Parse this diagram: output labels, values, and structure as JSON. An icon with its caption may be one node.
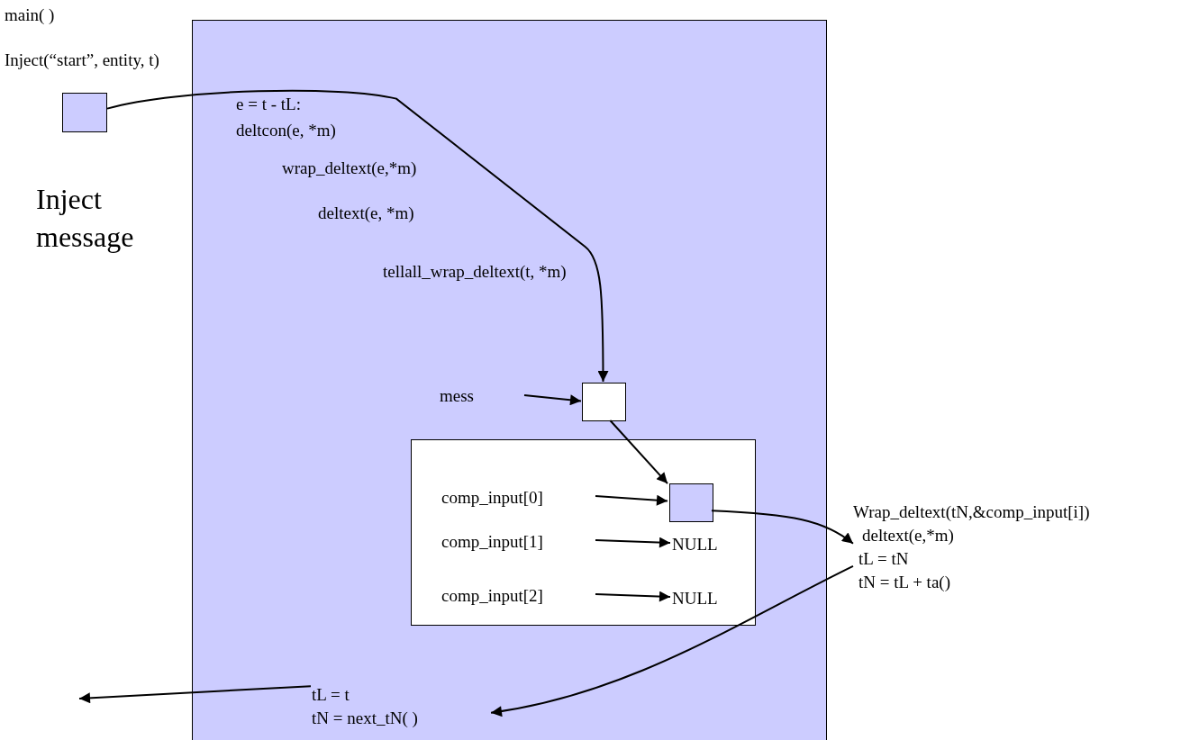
{
  "diagram": {
    "nodes": [
      {
        "text": [],
        "shape": "box"
      },
      {
        "text": [],
        "shape": "box"
      },
      {
        "text": [],
        "shape": "box",
        "in": 0
      },
      {
        "text": [],
        "shape": "box",
        "in": 0
      },
      {
        "text": [],
        "shape": "box",
        "in": 3
      },
      {
        "text": [
          "mess"
        ],
        "in": 0
      },
      {
        "text": [
          "comp_input[0]"
        ],
        "in": 3
      },
      {
        "text": [
          "comp_input[1]"
        ],
        "in": 3
      },
      {
        "text": [
          "NULL"
        ],
        "in": 3
      },
      {
        "text": [
          "comp_input[2]"
        ],
        "in": 3
      },
      {
        "text": [
          "NULL"
        ],
        "in": 3
      },
      {
        "text": [
          "Wrap_deltext(tN,&comp_input[i])",
          "deltext(e,*m)",
          "tL = tN",
          "tN = tL + ta()"
        ]
      },
      {
        "text": [
          "tL = t",
          "tN = next_tN( )"
        ],
        "in": 0
      }
    ],
    "edges": [
      {
        "from": 1,
        "to": 2,
        "arrow": "to"
      },
      {
        "from": 2,
        "to": 4,
        "arrow": "to"
      },
      {
        "from": 4,
        "to": 11,
        "arrow": "to"
      },
      {
        "from": 11,
        "to": 12,
        "arrow": "to"
      },
      {
        "from": 12,
        "to": null,
        "arrow": "to"
      },
      {
        "from": 5,
        "to": 2,
        "arrow": "to"
      },
      {
        "from": 6,
        "to": 4,
        "arrow": "to"
      },
      {
        "from": 7,
        "to": 8,
        "arrow": "to"
      },
      {
        "from": 9,
        "to": 10,
        "arrow": "to"
      }
    ],
    "labels": [
      "main( )",
      "Inject(“start”, entity, t)",
      "Inject message",
      "e = t - tL:",
      "deltcon(e, *m)",
      "wrap_deltext(e,*m)",
      "deltext(e, *m)",
      "tellall_wrap_deltext(t, *m)"
    ]
  }
}
